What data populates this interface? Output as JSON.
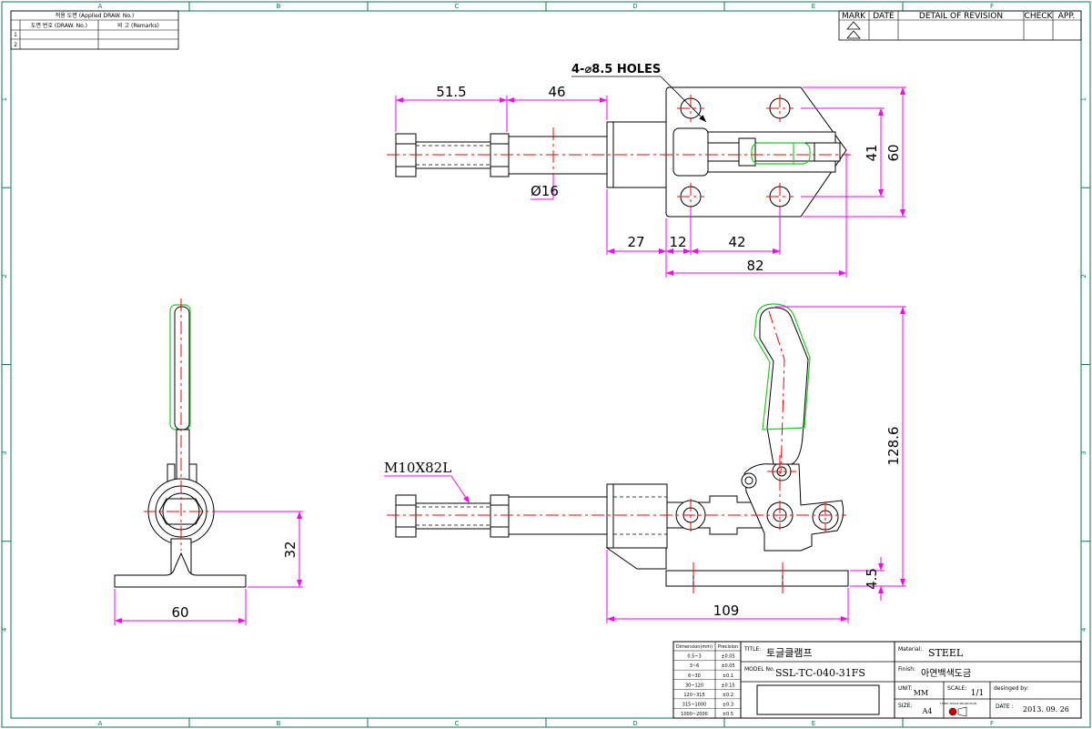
{
  "frame": {
    "zones_top": [
      "A",
      "B",
      "C",
      "D",
      "E",
      "F"
    ],
    "zones_side": [
      "1",
      "2",
      "3",
      "4"
    ]
  },
  "applied_table": {
    "header": "적용 도면 (Applied DRAW. No.)",
    "col_drawno": "도면 번호 (DRAW. No.)",
    "col_remarks": "비 고 (Remarks)",
    "rows": [
      "1",
      "2"
    ]
  },
  "revision_table": {
    "headers": [
      "MARK",
      "DATE",
      "DETAIL OF REVISION",
      "CHECK",
      "APP."
    ]
  },
  "top_view": {
    "holes_label": "4-⌀8.5 HOLES",
    "dim_51_5": "51.5",
    "dim_46": "46",
    "dim_16": "Ø16",
    "dim_41": "41",
    "dim_60": "60",
    "dim_27": "27",
    "dim_12": "12",
    "dim_42": "42",
    "dim_82": "82"
  },
  "end_view": {
    "dim_32": "32",
    "dim_60": "60"
  },
  "side_view": {
    "thread_label": "M10X82L",
    "dim_128_6": "128.6",
    "dim_4_5": "4.5",
    "dim_109": "109"
  },
  "title_block": {
    "tolerance_headers": [
      "Dimension(mm)",
      "Precision"
    ],
    "tolerance_rows": [
      [
        "0.5~3",
        "±0.05"
      ],
      [
        "3~6",
        "±0.05"
      ],
      [
        "6~30",
        "±0.1"
      ],
      [
        "30~120",
        "±0.15"
      ],
      [
        "120~315",
        "±0.2"
      ],
      [
        "315~1000",
        "±0.3"
      ],
      [
        "1000~2000",
        "±0.5"
      ]
    ],
    "title_label": "TITLE:",
    "title": "토글클램프",
    "model_label": "MODEL No.",
    "model": "SSL-TC-040-31FS",
    "material_label": "Material:",
    "material": "STEEL",
    "finish_label": "Finish:",
    "finish": "아연백색도금",
    "unit_label": "UNIT:",
    "unit": "MM",
    "scale_label": "SCALE:",
    "scale": "1/1",
    "designed_label": "desinged by:",
    "size_label": "SIZE:",
    "size": "A4",
    "projection_label": "THIRD ANGLE PROJECTION",
    "date_label": "DATE :",
    "date": "2013. 09. 26"
  }
}
